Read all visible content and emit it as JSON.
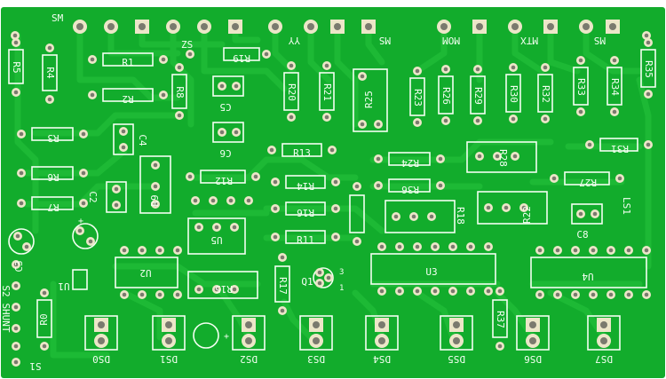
{
  "colors": {
    "board": "#12ac2c",
    "trace": "#1db934",
    "silk": "#f4fff2",
    "pad": "#ece6c8",
    "hole": "#7a7a6e",
    "background": "#ffffff"
  },
  "edge_labels": {
    "sm_left": "SM",
    "zs": "ZS",
    "yy": "YY",
    "ms_mid": "MS",
    "mom": "MOM",
    "mtx": "MTX",
    "ms_right": "MS",
    "ls1": "LS1",
    "q1_pin3": "3",
    "q1_pin1": "1",
    "plus_q1": "+",
    "plus_led": "+"
  },
  "components": {
    "resistors": [
      "R5",
      "R4",
      "R1",
      "R2",
      "R8",
      "R19",
      "R20",
      "R21",
      "R25",
      "R23",
      "R26",
      "R29",
      "R30",
      "R32",
      "R33",
      "R34",
      "R35",
      "R3",
      "R6",
      "R7",
      "R9",
      "R12",
      "R13",
      "R14",
      "R16",
      "R11",
      "R15",
      "R17",
      "R24",
      "R36",
      "R18",
      "R28",
      "R22",
      "R27",
      "R31",
      "R37",
      "R0"
    ],
    "capacitors": [
      "C5",
      "C4",
      "C6",
      "C2",
      "C1",
      "C3",
      "C8"
    ],
    "semiconductors": [
      "Q1",
      "U1",
      "U2",
      "U3",
      "U4",
      "U5",
      "LS1"
    ],
    "switches": [
      "S2",
      "S1",
      "SHUNT"
    ],
    "outputs": [
      "DS0",
      "DS1",
      "DS2",
      "DS3",
      "DS4",
      "DS5",
      "DS6",
      "DS7"
    ]
  }
}
